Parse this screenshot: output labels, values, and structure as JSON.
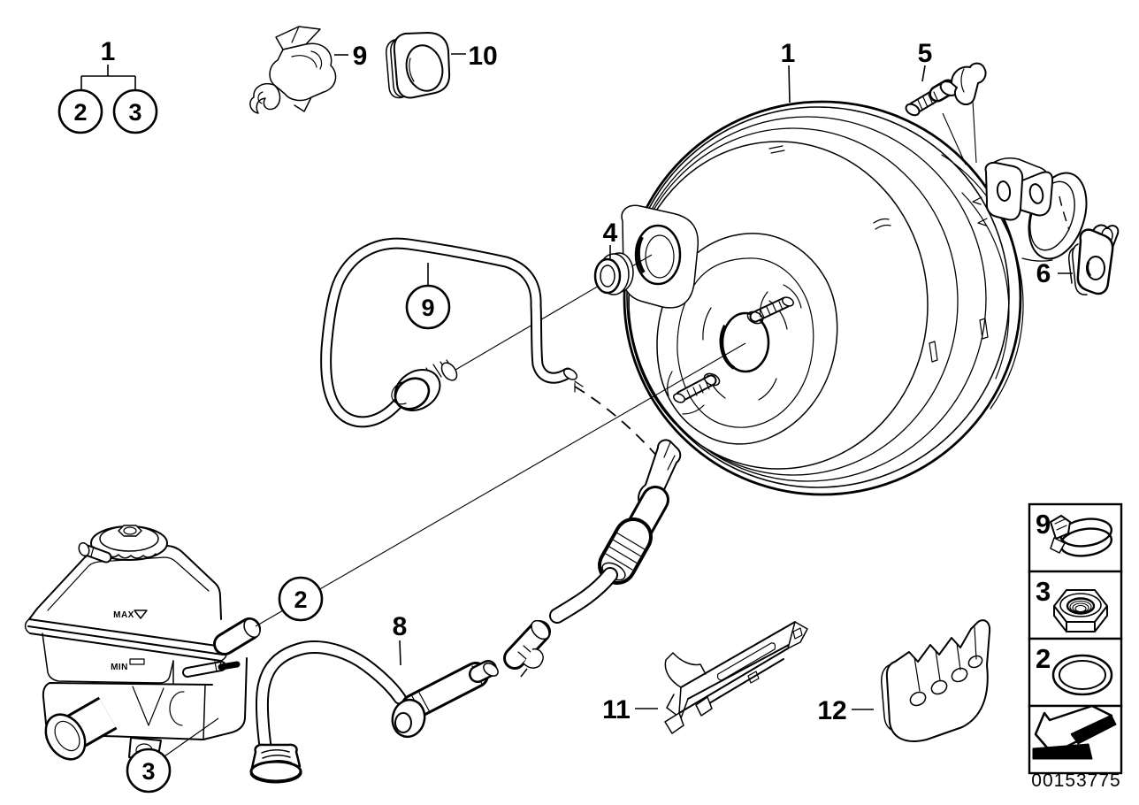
{
  "callouts": {
    "top_group": {
      "parent": "1",
      "left_child": "2",
      "right_child": "3"
    },
    "pipe_clip": "9",
    "bulkhead_grommet": "10",
    "booster": "1",
    "retaining_pin": "5",
    "spring_clip": "6",
    "port_grommet": "4",
    "vacuum_pipe_clamp": "9",
    "o_ring": "2",
    "vacuum_hose": "8",
    "mounting_nut": "3",
    "support_bracket": "11",
    "line_holder": "12"
  },
  "reservoir_markings": {
    "max": "MAX",
    "min": "MIN"
  },
  "legend": {
    "items": [
      {
        "label": "9",
        "icon": "hose-clamp-icon"
      },
      {
        "label": "3",
        "icon": "hex-nut-icon"
      },
      {
        "label": "2",
        "icon": "o-ring-icon"
      },
      {
        "label": "",
        "icon": "direction-arrow-icon"
      }
    ]
  },
  "footer": {
    "part_number": "00153775"
  },
  "colors": {
    "line": "#000000",
    "background": "#ffffff"
  }
}
